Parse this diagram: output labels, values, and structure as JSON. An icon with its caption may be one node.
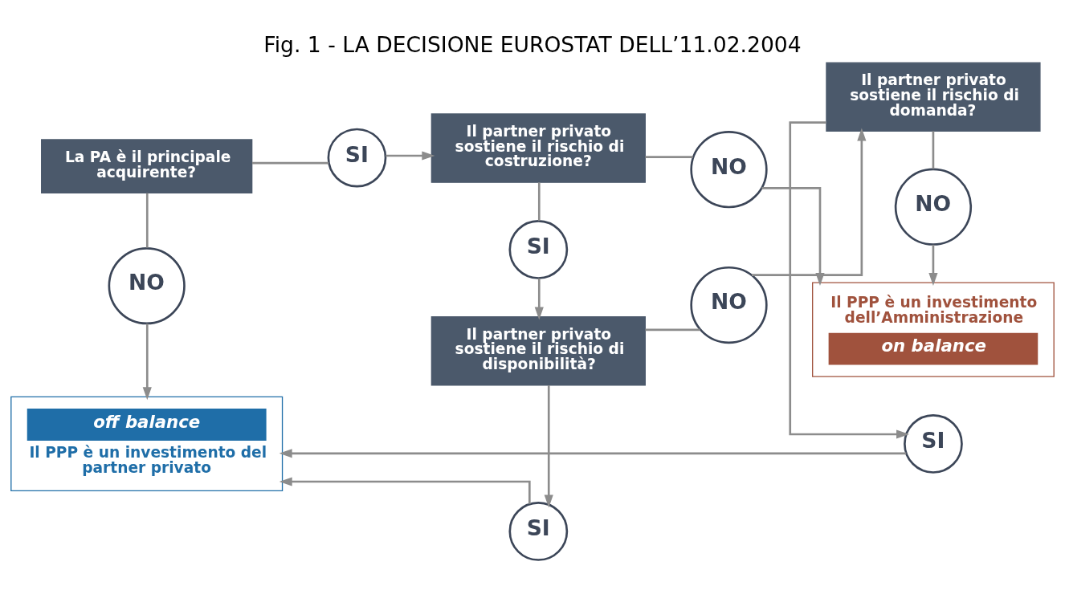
{
  "diagram": {
    "title": "Fig. 1 - LA DECISIONE EUROSTAT DELL’11.02.2004",
    "nodes": [
      {
        "text": [
          "La PA è il principale acquirente?"
        ]
      },
      {
        "text": [
          "NO"
        ]
      },
      {
        "text": [
          "off balance",
          "Il PPP è un investimento del partner privato"
        ]
      },
      {
        "text": [
          "SI"
        ]
      },
      {
        "text": [
          "Il partner privato sostiene il rischio di costruzione?"
        ]
      },
      {
        "text": [
          "SI"
        ]
      },
      {
        "text": [
          "Il partner privato sostiene il rischio di disponibilità?"
        ]
      },
      {
        "text": [
          "SI"
        ]
      },
      {
        "text": [
          "NO"
        ]
      },
      {
        "text": [
          "NO"
        ]
      },
      {
        "text": [
          "Il PPP è un investimento dell’Amministrazione",
          "on balance"
        ]
      },
      {
        "text": [
          "NO"
        ]
      },
      {
        "text": [
          "Il partner privato sostiene il rischio di domanda?"
        ]
      },
      {
        "text": [
          "SI"
        ]
      }
    ],
    "edges": [
      {
        "from": 0,
        "to": 1,
        "arrow": "none"
      },
      {
        "from": 1,
        "to": 2,
        "arrow": "to"
      },
      {
        "from": 0,
        "to": 3,
        "arrow": "none"
      },
      {
        "from": 3,
        "to": 4,
        "arrow": "to"
      },
      {
        "from": 4,
        "to": 5,
        "arrow": "none"
      },
      {
        "from": 5,
        "to": 6,
        "arrow": "to"
      },
      {
        "from": 6,
        "to": 7,
        "arrow": "to"
      },
      {
        "from": 7,
        "to": 2,
        "arrow": "to"
      },
      {
        "from": 4,
        "to": 8,
        "arrow": "none"
      },
      {
        "from": 8,
        "to": 10,
        "arrow": "to"
      },
      {
        "from": 6,
        "to": 9,
        "arrow": "none"
      },
      {
        "from": 9,
        "to": 12,
        "arrow": "to"
      },
      {
        "from": 12,
        "to": 11,
        "arrow": "none"
      },
      {
        "from": 11,
        "to": 10,
        "arrow": "to"
      },
      {
        "from": 12,
        "to": 13,
        "arrow": "to"
      },
      {
        "from": 13,
        "to": 2,
        "arrow": "to"
      }
    ]
  }
}
